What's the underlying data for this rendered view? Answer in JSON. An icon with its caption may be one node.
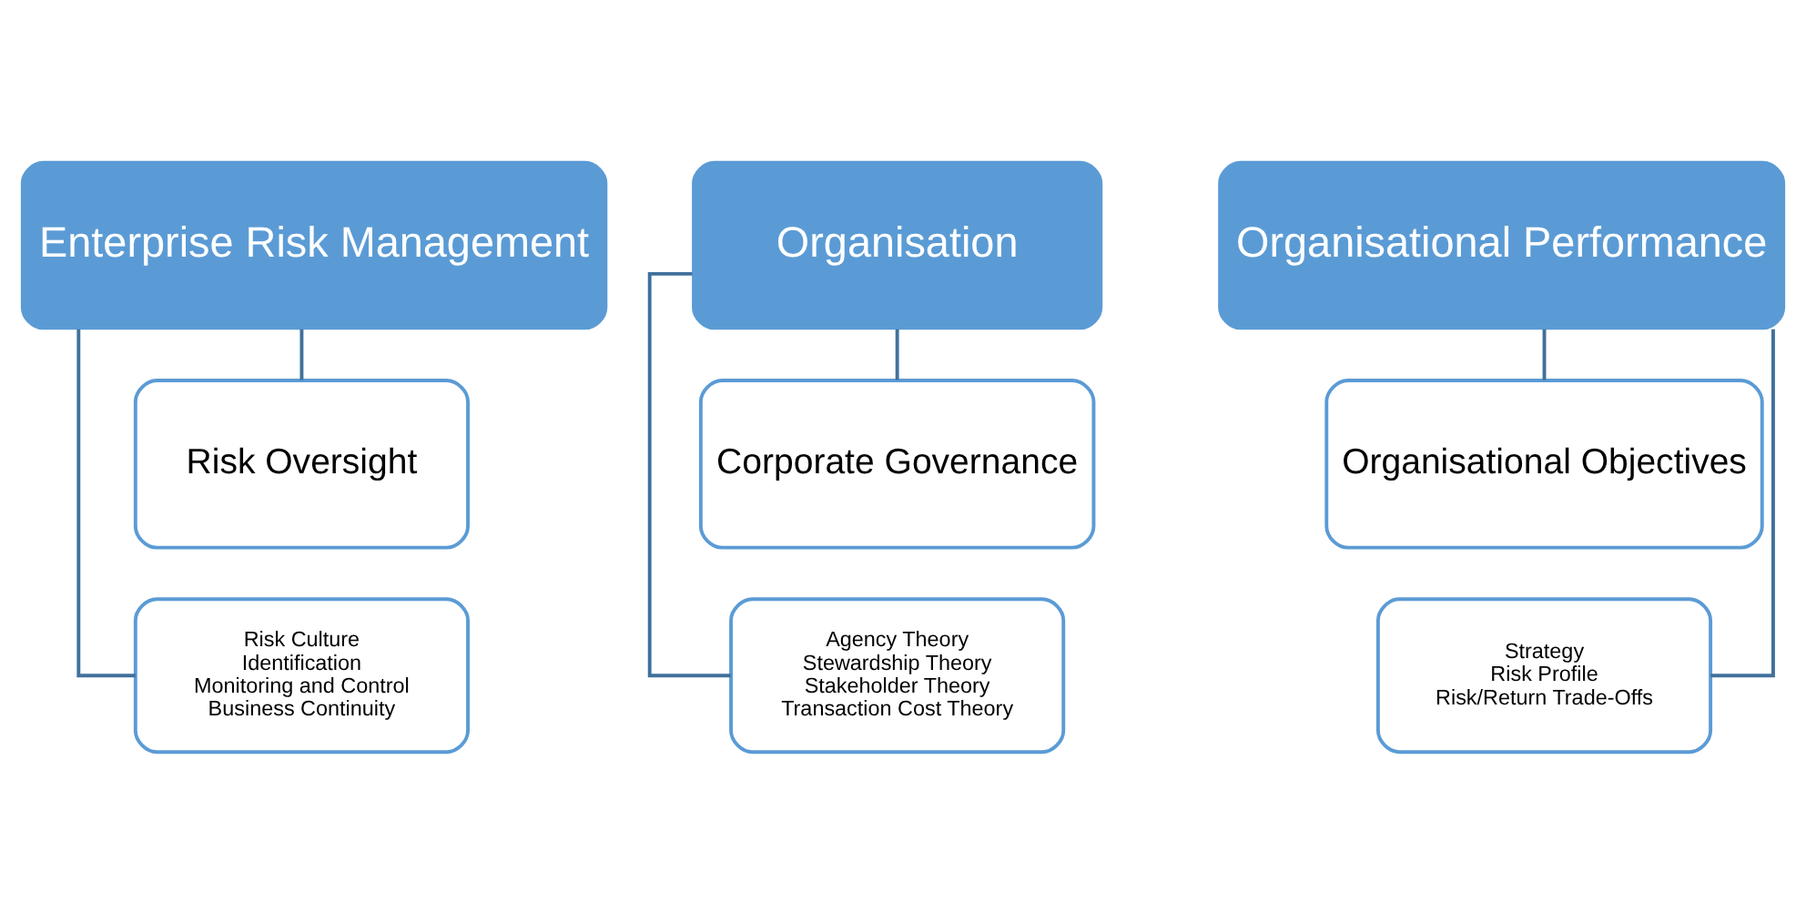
{
  "diagram": {
    "nodes": [
      {
        "text": [
          "Enterprise Risk Management"
        ]
      },
      {
        "text": [
          "Risk Oversight"
        ]
      },
      {
        "text": [
          "Risk Culture",
          "Identification",
          "Monitoring and Control",
          "Business Continuity"
        ]
      },
      {
        "text": [
          "Organisation"
        ]
      },
      {
        "text": [
          "Corporate Governance"
        ]
      },
      {
        "text": [
          "Agency Theory",
          "Stewardship Theory",
          "Stakeholder Theory",
          "Transaction Cost Theory"
        ]
      },
      {
        "text": [
          "Organisational Performance"
        ]
      },
      {
        "text": [
          "Organisational Objectives"
        ]
      },
      {
        "text": [
          "Strategy",
          "Risk Profile",
          "Risk/Return Trade-Offs"
        ]
      }
    ],
    "edges": [
      {
        "from": 0,
        "to": 1,
        "arrow": "none"
      },
      {
        "from": 0,
        "to": 2,
        "arrow": "none"
      },
      {
        "from": 3,
        "to": 4,
        "arrow": "none"
      },
      {
        "from": 3,
        "to": 5,
        "arrow": "none"
      },
      {
        "from": 6,
        "to": 7,
        "arrow": "none"
      },
      {
        "from": 6,
        "to": 8,
        "arrow": "none"
      }
    ]
  }
}
